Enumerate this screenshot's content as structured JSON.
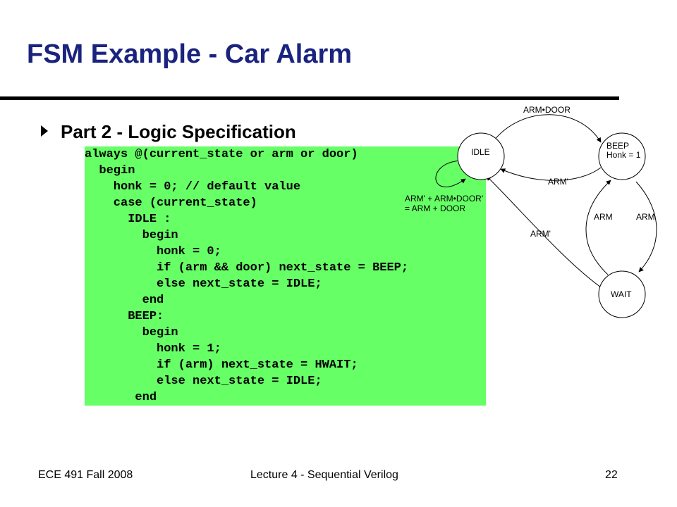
{
  "slide": {
    "title": "FSM Example - Car Alarm",
    "bullet": "Part 2 - Logic Specification"
  },
  "code_lines": [
    "always @(current_state or arm or door)",
    "  begin",
    "    honk = 0; // default value",
    "    case (current_state)",
    "      IDLE :",
    "        begin",
    "          honk = 0;",
    "          if (arm && door) next_state = BEEP;",
    "          else next_state = IDLE;",
    "        end",
    "      BEEP:",
    "        begin",
    "          honk = 1;",
    "          if (arm) next_state = HWAIT;",
    "          else next_state = IDLE;",
    "       end"
  ],
  "diagram": {
    "states": {
      "idle": "IDLE",
      "beep": "BEEP",
      "beep_output": "Honk = 1",
      "wait": "WAIT"
    },
    "transitions": {
      "idle_to_beep": "ARM•DOOR",
      "beep_to_idle": "ARM'",
      "idle_self_line1": "ARM' + ARM•DOOR'",
      "idle_self_line2": "= ARM + DOOR",
      "wait_to_idle": "ARM'",
      "beep_to_wait": "ARM",
      "wait_to_beep": "ARM"
    }
  },
  "footer": {
    "course": "ECE 491 Fall 2008",
    "lecture": "Lecture 4 - Sequential Verilog",
    "page": "22"
  }
}
